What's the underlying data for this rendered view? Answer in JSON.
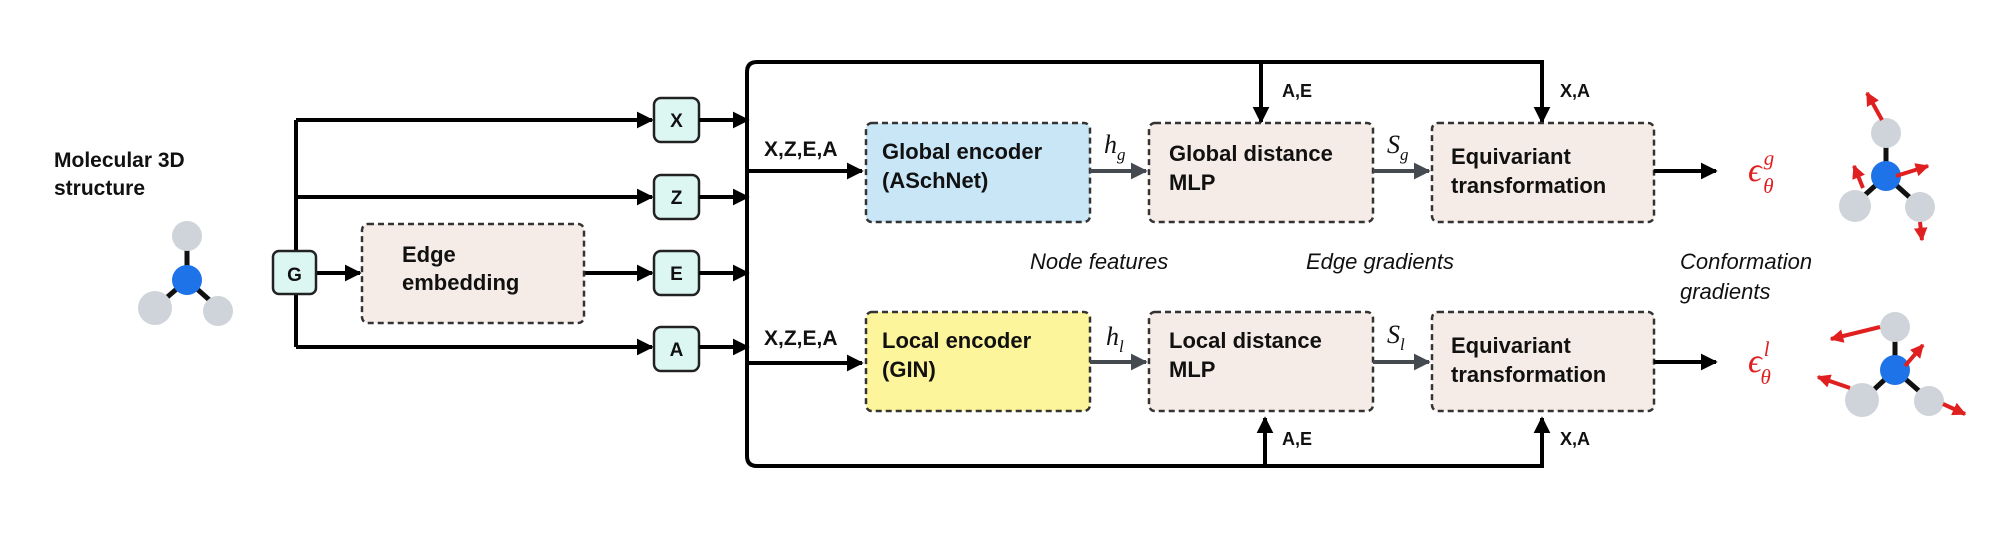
{
  "input": {
    "title_line1": "Molecular 3D",
    "title_line2": "structure"
  },
  "nodes": {
    "g": "G",
    "x": "X",
    "z": "Z",
    "e": "E",
    "a": "A",
    "edge_embedding_line1": "Edge",
    "edge_embedding_line2": "embedding"
  },
  "inputs_label_top": "X,Z,E,A",
  "inputs_label_bottom": "X,Z,E,A",
  "global_branch": {
    "encoder_line1": "Global encoder",
    "encoder_line2": "(ASchNet)",
    "hidden_base": "h",
    "hidden_sub": "g",
    "mlp_line1": "Global distance",
    "mlp_line2": "MLP",
    "score_base": "S",
    "score_sub": "g",
    "equiv_line1": "Equivariant",
    "equiv_line2": "transformation",
    "mlp_input_label": "A,E",
    "equiv_input_label": "X,A",
    "output_base": "ϵ",
    "output_sub": "θ",
    "output_sup": "g"
  },
  "local_branch": {
    "encoder_line1": "Local encoder",
    "encoder_line2": "(GIN)",
    "hidden_base": "h",
    "hidden_sub": "l",
    "mlp_line1": "Local distance",
    "mlp_line2": "MLP",
    "score_base": "S",
    "score_sub": "l",
    "equiv_line1": "Equivariant",
    "equiv_line2": "transformation",
    "mlp_input_label": "A,E",
    "equiv_input_label": "X,A",
    "output_base": "ϵ",
    "output_sub": "θ",
    "output_sup": "l"
  },
  "annotations": {
    "node_features": "Node features",
    "edge_gradients": "Edge gradients",
    "conformation_line1": "Conformation",
    "conformation_line2": "gradients"
  },
  "colors": {
    "global_encoder_fill": "#c9e6f7",
    "local_encoder_fill": "#fdf59c",
    "module_fill": "#f6ece7",
    "token_fill": "#dcf7f2",
    "atom_center": "#1e73e8",
    "atom_outer": "#cfd4da",
    "output_text": "#e02020",
    "gradient_arrow": "#e02020"
  }
}
